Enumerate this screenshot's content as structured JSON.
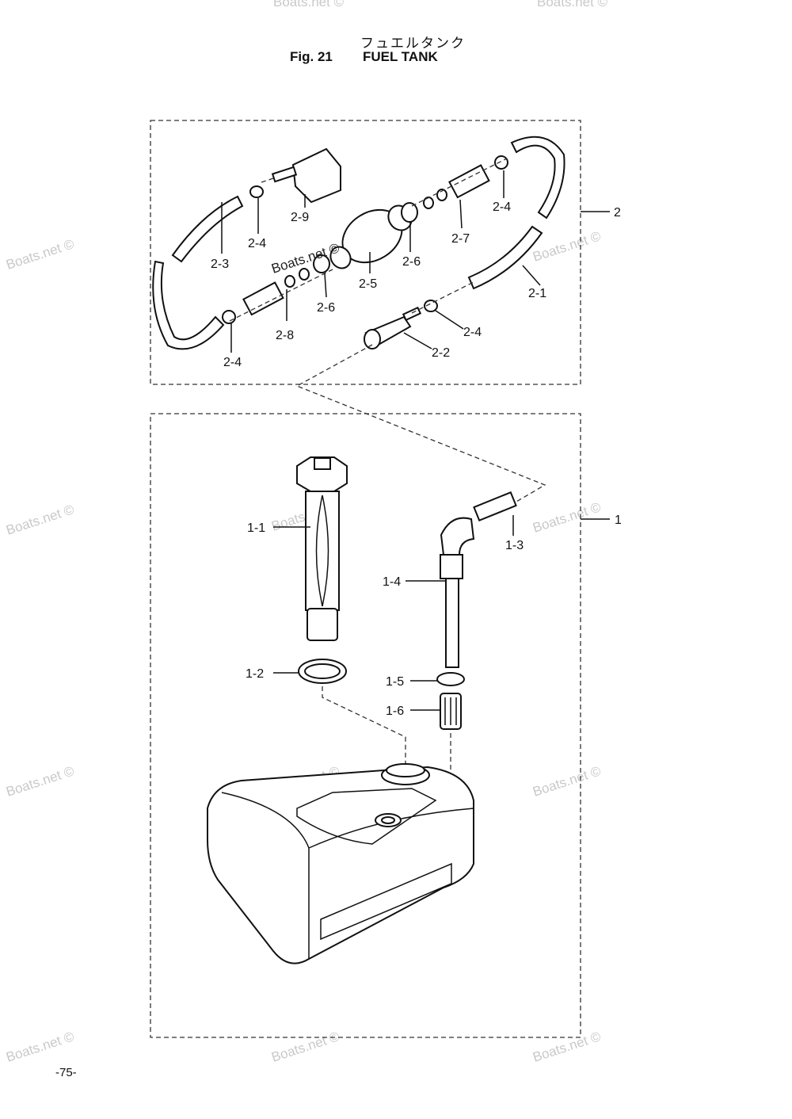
{
  "header": {
    "title_jp": "フュエルタンク",
    "fig_label": "Fig. 21",
    "fig_name": "FUEL TANK"
  },
  "page_number": "-75-",
  "watermark": "Boats.net ©",
  "callouts": {
    "group_2": "2",
    "group_1": "1",
    "p2_1": "2-1",
    "p2_2": "2-2",
    "p2_3": "2-3",
    "p2_4a": "2-4",
    "p2_4b": "2-4",
    "p2_4c": "2-4",
    "p2_4d": "2-4",
    "p2_5": "2-5",
    "p2_6a": "2-6",
    "p2_6b": "2-6",
    "p2_7": "2-7",
    "p2_8": "2-8",
    "p2_9": "2-9",
    "p1_1": "1-1",
    "p1_2": "1-2",
    "p1_3": "1-3",
    "p1_4": "1-4",
    "p1_5": "1-5",
    "p1_6": "1-6"
  }
}
